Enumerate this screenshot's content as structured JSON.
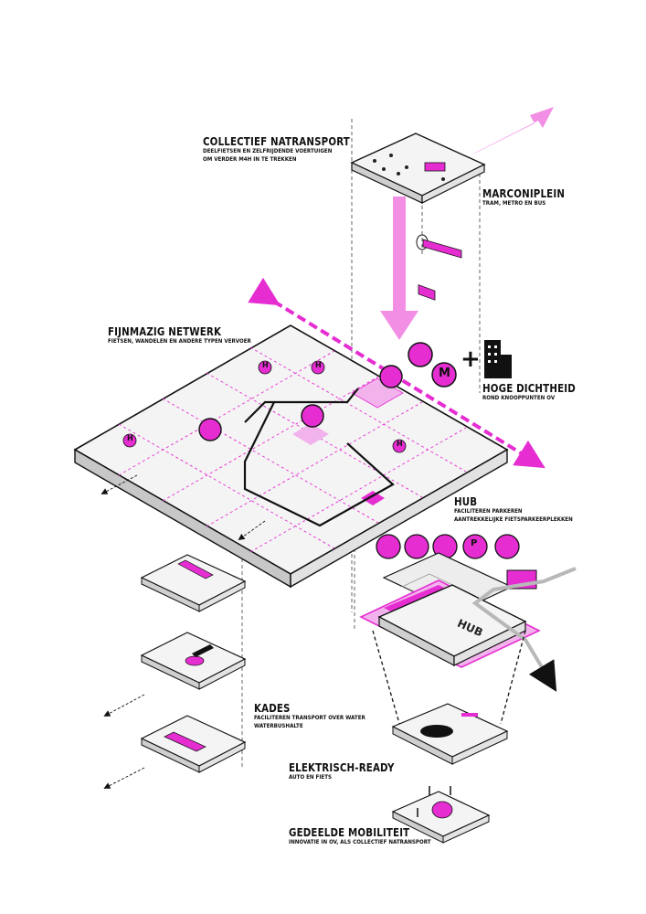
{
  "colors": {
    "accent": "#e62dd2",
    "accent_light": "#f2b3ec",
    "ink": "#111111",
    "panel": "#f4f4f4",
    "grey_arrow": "#b8b8b8"
  },
  "labels": {
    "collectief": {
      "title": "COLLECTIEF NATRANSPORT",
      "lines": [
        "DEELFIETSEN EN ZELFRIJDENDE VOERTUIGEN",
        "OM VERDER M4H IN TE TREKKEN"
      ]
    },
    "marconiplein": {
      "title": "MARCONIPLEIN",
      "lines": [
        "TRAM, METRO EN BUS"
      ]
    },
    "fijnmazig": {
      "title": "FIJNMAZIG NETWERK",
      "lines": [
        "FIETSEN, WANDELEN EN ANDERE TYPEN VERVOER"
      ]
    },
    "hoge_dichtheid": {
      "title": "HOGE DICHTHEID",
      "lines": [
        "ROND KNOOPPUNTEN OV"
      ]
    },
    "hub": {
      "title": "HUB",
      "lines": [
        "FACILITEREN PARKEREN",
        "AANTREKKELIJKE FIETSPARKEERPLEKKEN"
      ]
    },
    "kades": {
      "title": "KADES",
      "lines": [
        "FACILITEREN TRANSPORT OVER WATER",
        "WATERBUSHALTE"
      ]
    },
    "elektrisch": {
      "title": "ELEKTRISCH-READY",
      "lines": [
        "AUTO EN FIETS"
      ]
    },
    "gedeelde": {
      "title": "GEDEELDE MOBILITEIT",
      "lines": [
        "INNOVATIE IN OV, ALS COLLECTIEF NATRANSPORT"
      ]
    }
  },
  "symbols": {
    "plus": "+",
    "hub_word": "HUB",
    "metro": "M",
    "halte": "H",
    "parking": "P"
  },
  "icons": {
    "transit": [
      "bus-icon",
      "metro-icon",
      "tram-icon"
    ],
    "hub": [
      "bicycle-icon",
      "pedestrian-icon",
      "ev-charger-icon",
      "parking-icon",
      "bike-parking-icon"
    ]
  }
}
